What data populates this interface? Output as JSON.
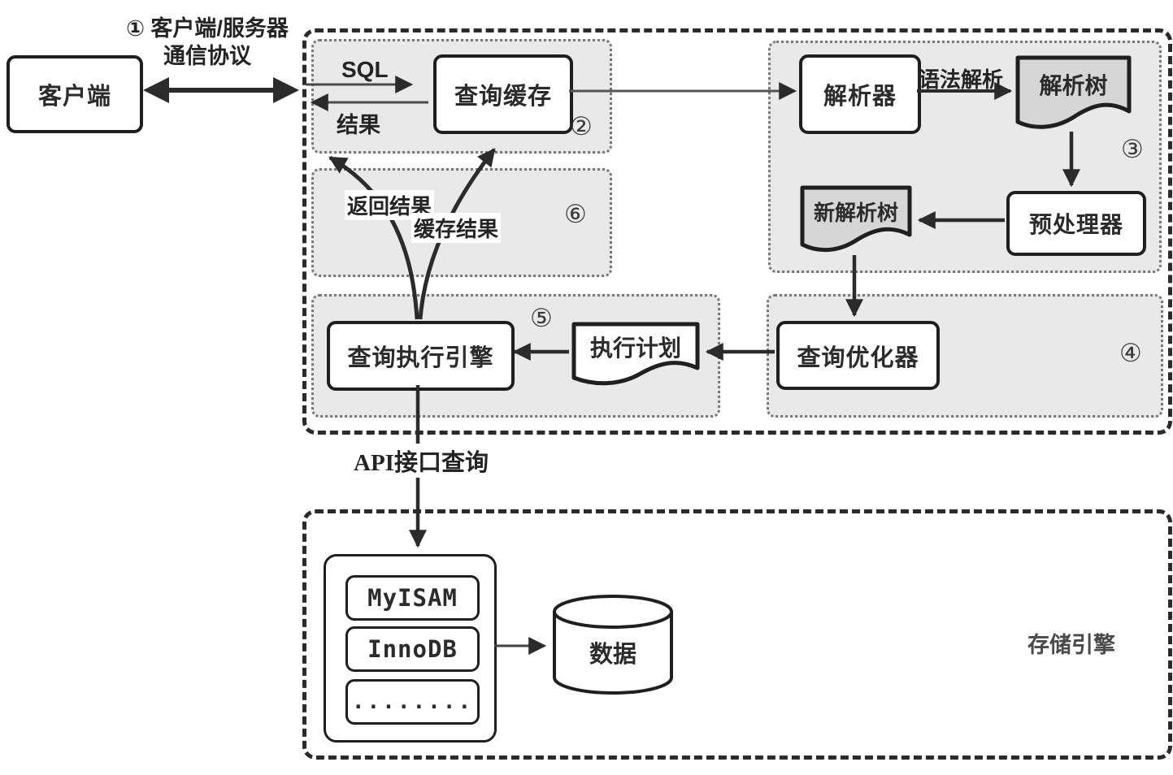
{
  "diagram": {
    "client": {
      "label": "客户端"
    },
    "protocol": {
      "line1": "① 客户端/服务器",
      "line2": "通信协议"
    },
    "server": {
      "sql_label": "SQL",
      "result_label": "结果",
      "query_cache": "查询缓存",
      "num2": "②",
      "parser": "解析器",
      "syntax_parse_label": "语法解析",
      "parse_tree": "解析树",
      "num3": "③",
      "preprocessor": "预处理器",
      "new_parse_tree": "新解析树",
      "return_result_label": "返回结果",
      "cache_result_label": "缓存结果",
      "num6": "⑥",
      "query_exec_engine": "查询执行引擎",
      "num5": "⑤",
      "exec_plan": "执行计划",
      "query_optimizer": "查询优化器",
      "num4": "④"
    },
    "api_label": "API接口查询",
    "storage": {
      "title": "存储引擎",
      "engines": [
        "MyISAM",
        "InnoDB",
        "........"
      ],
      "data_label": "数据"
    },
    "colors": {
      "line": "#2b2b2b",
      "panel_fill": "#e9e9e9",
      "doc_fill": "#d6d6d6",
      "node_fill": "#ffffff"
    }
  }
}
